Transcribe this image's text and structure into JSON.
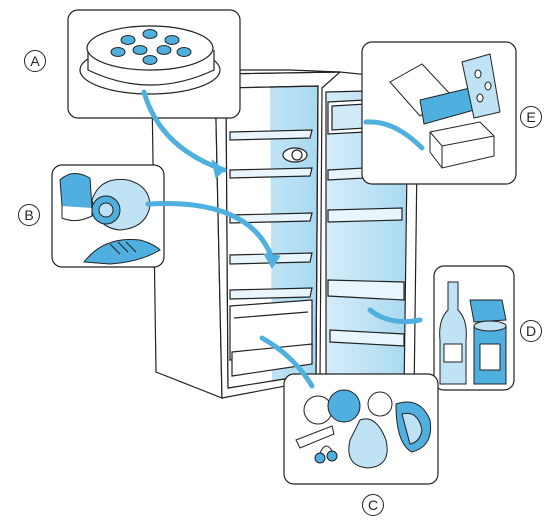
{
  "labels": {
    "a": "A",
    "b": "B",
    "c": "C",
    "d": "D",
    "e": "E"
  },
  "colors": {
    "accent_blue": "#4fb0df",
    "light_blue": "#bfe2f4",
    "line": "#222222",
    "panel": "#ffffff"
  }
}
